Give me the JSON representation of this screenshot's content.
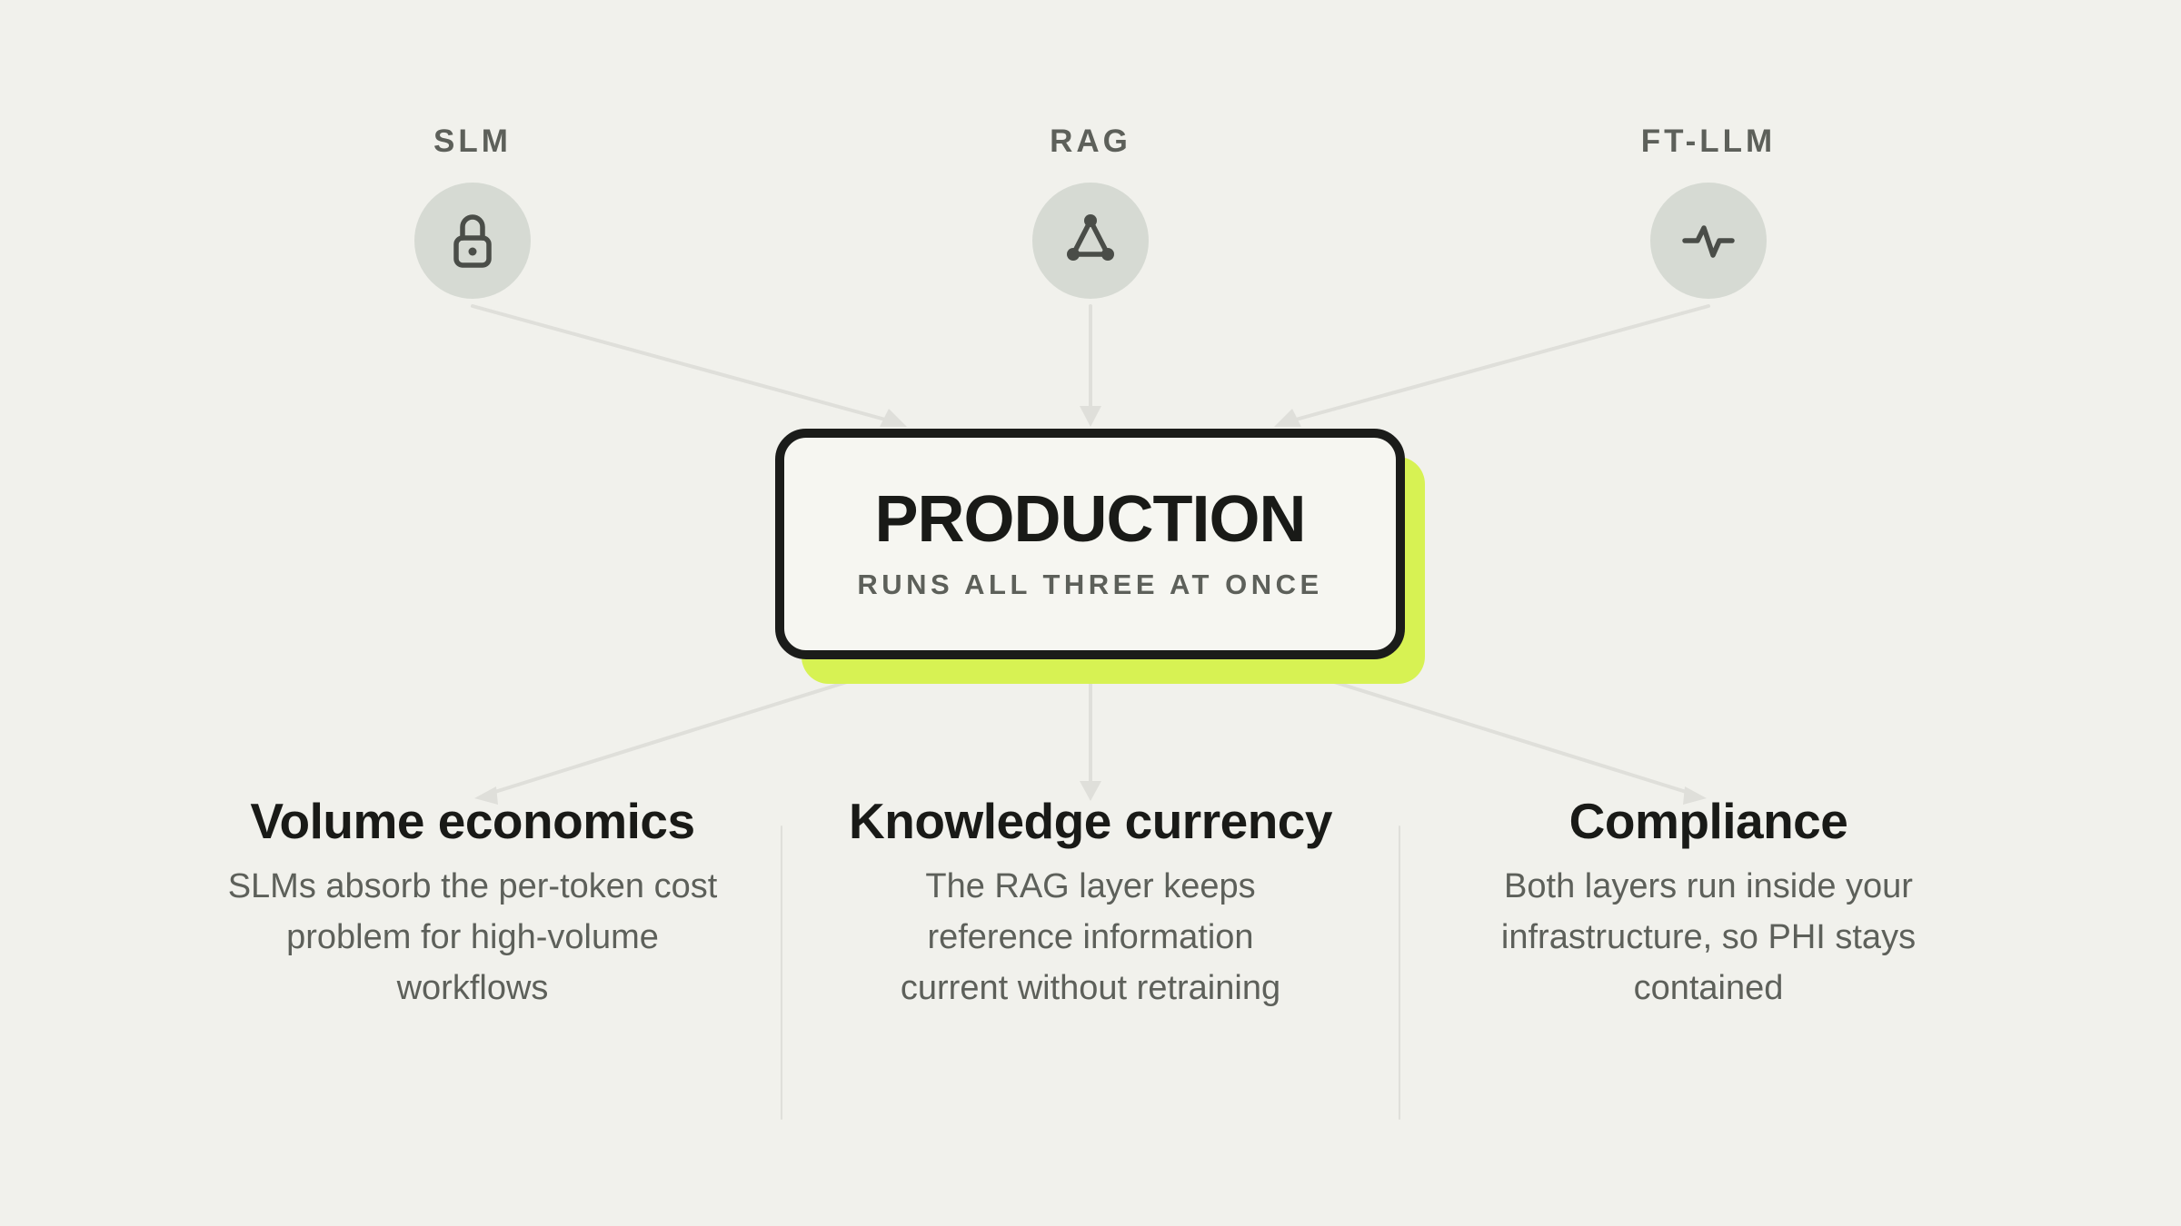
{
  "sources": [
    {
      "label": "SLM",
      "icon": "lock-icon"
    },
    {
      "label": "RAG",
      "icon": "network-triangle-icon"
    },
    {
      "label": "FT-LLM",
      "icon": "pulse-icon"
    }
  ],
  "production": {
    "title": "PRODUCTION",
    "subtitle": "RUNS ALL THREE AT ONCE"
  },
  "outcomes": [
    {
      "title": "Volume economics",
      "description": "SLMs absorb the per-token cost problem for high-volume workflows"
    },
    {
      "title": "Knowledge currency",
      "description": "The RAG layer keeps reference information current without retraining"
    },
    {
      "title": "Compliance",
      "description": "Both layers run inside your infrastructure, so PHI stays contained"
    }
  ],
  "colors": {
    "background": "#f1f1ec",
    "accent": "#d7f253",
    "icon_circle": "#d6dad3",
    "text_dark": "#191a17",
    "text_muted": "#5d605a",
    "connector": "#dfdfda"
  }
}
